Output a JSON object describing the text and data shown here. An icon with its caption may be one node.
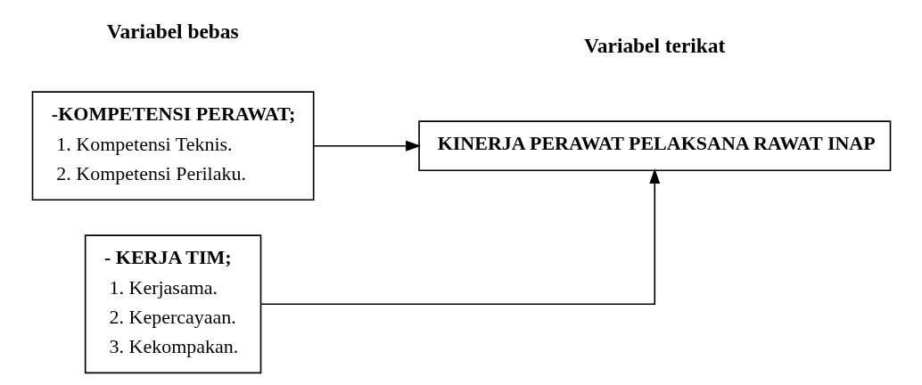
{
  "diagram": {
    "nodes": [
      {
        "text": [
          "-KOMPETENSI PERAWAT;",
          "1. Kompetensi Teknis.",
          "2. Kompetensi Perilaku."
        ]
      },
      {
        "text": [
          "- KERJA TIM;",
          "1. Kerjasama.",
          "2. Kepercayaan.",
          "3. Kekompakan."
        ]
      },
      {
        "text": [
          "KINERJA PERAWAT PELAKSANA RAWAT INAP"
        ]
      }
    ],
    "edges": [
      {
        "from": 0,
        "to": 2,
        "arrow": "to"
      },
      {
        "from": 1,
        "to": 2,
        "arrow": "to"
      }
    ],
    "labels": [
      "Variabel bebas",
      "Variabel terikat"
    ]
  }
}
